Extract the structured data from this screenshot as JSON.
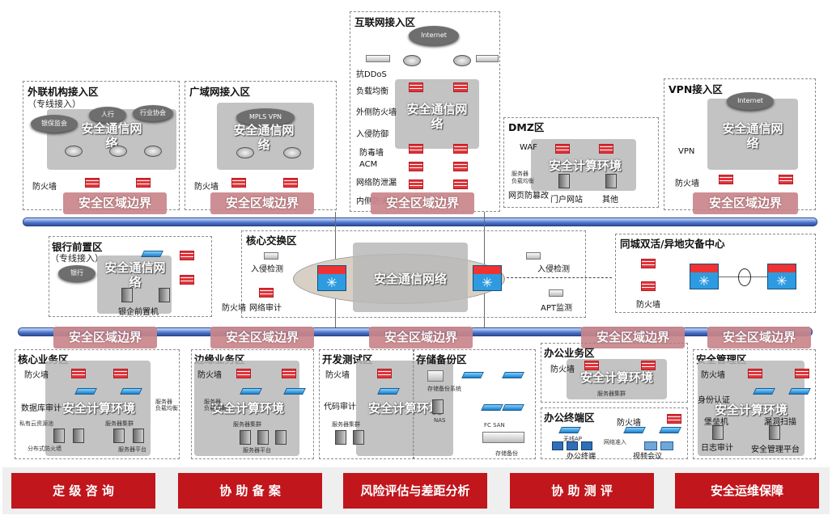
{
  "zones": {
    "waizhuan": {
      "title": "外联机构接入区",
      "sub": "（专线接入）",
      "env": "安全通信网络",
      "boundary": "安全区域边界",
      "fw_label": "防火墙",
      "clouds": [
        "人行",
        "银保监会",
        "行业协会"
      ]
    },
    "wan": {
      "title": "广域网接入区",
      "env": "安全通信网络",
      "boundary": "安全区域边界",
      "fw_label": "防火墙",
      "cloud": "MPLS VPN"
    },
    "internet": {
      "title": "互联网接入区",
      "env": "安全通信网络",
      "boundary": "安全区域边界",
      "cloud": "Internet",
      "labels": [
        "抗DDoS",
        "负载均衡",
        "外侧防火墙",
        "入侵防御",
        "防毒墙",
        "ACM",
        "网络防泄漏",
        "内侧防火墙"
      ]
    },
    "dmz": {
      "title": "DMZ区",
      "env": "安全计算环境",
      "labels": [
        "WAF",
        "网页防篡改",
        "门户网站",
        "其他"
      ],
      "tiny": [
        "服务器",
        "负载均衡"
      ]
    },
    "vpn": {
      "title": "VPN接入区",
      "env": "安全通信网络",
      "boundary": "安全区域边界",
      "cloud": "Internet",
      "labels": [
        "VPN",
        "防火墙"
      ]
    },
    "bank": {
      "title": "银行前置区",
      "sub": "（专线接入）",
      "env": "安全通信网络",
      "cloud": "银行",
      "label": "银企前置机"
    },
    "core": {
      "title": "核心交换区",
      "env": "安全通信网络",
      "labels": [
        "入侵检测",
        "防火墙",
        "网络审计",
        "入侵检测",
        "APT监测"
      ]
    },
    "dr": {
      "title": "同城双活/异地灾备中心",
      "label": "防火墙"
    },
    "biz": {
      "title": "核心业务区",
      "env": "安全计算环境",
      "labels": [
        "防火墙",
        "数据库审计"
      ],
      "tiny": [
        "服务器",
        "负载均衡",
        "私有云资源池",
        "服务器集群",
        "分布式防火墙",
        "服务器平台"
      ]
    },
    "edge": {
      "title": "边缘业务区",
      "env": "安全计算环境",
      "labels": [
        "防火墙"
      ],
      "tiny": [
        "服务器",
        "负载均衡",
        "服务器",
        "服务器集群",
        "服务器平台"
      ]
    },
    "dev": {
      "title": "开发测试区",
      "env": "安全计算环境",
      "labels": [
        "防火墙",
        "代码审计"
      ],
      "tiny": [
        "服务器集群"
      ]
    },
    "storage": {
      "title": "存储备份区",
      "tiny": [
        "存储备份系统",
        "NAS",
        "FC SAN",
        "存储备份"
      ]
    },
    "office": {
      "title": "办公业务区",
      "env": "安全计算环境",
      "labels": [
        "防火墙"
      ],
      "tiny": [
        "服务器集群"
      ]
    },
    "terminal": {
      "title": "办公终端区",
      "labels": [
        "防火墙",
        "无线AP",
        "网络准入",
        "办公终端",
        "视频会议"
      ]
    },
    "mgmt": {
      "title": "安全管理区",
      "env": "安全计算环境",
      "labels": [
        "防火墙",
        "身份认证",
        "堡垒机",
        "漏洞扫描",
        "日志审计",
        "安全管理平台"
      ]
    }
  },
  "lower_boundaries": [
    "安全区域边界",
    "安全区域边界",
    "安全区域边界",
    "安全区域边界",
    "安全区域边界"
  ],
  "services": [
    "定 级 咨 询",
    "协 助 备 案",
    "风险评估与差距分析",
    "协 助 测 评",
    "安全运维保障"
  ],
  "colors": {
    "boundary": "#c9868b",
    "env": "#b9b9b9",
    "service": "#c0161c",
    "bus": "#4a72c8"
  }
}
